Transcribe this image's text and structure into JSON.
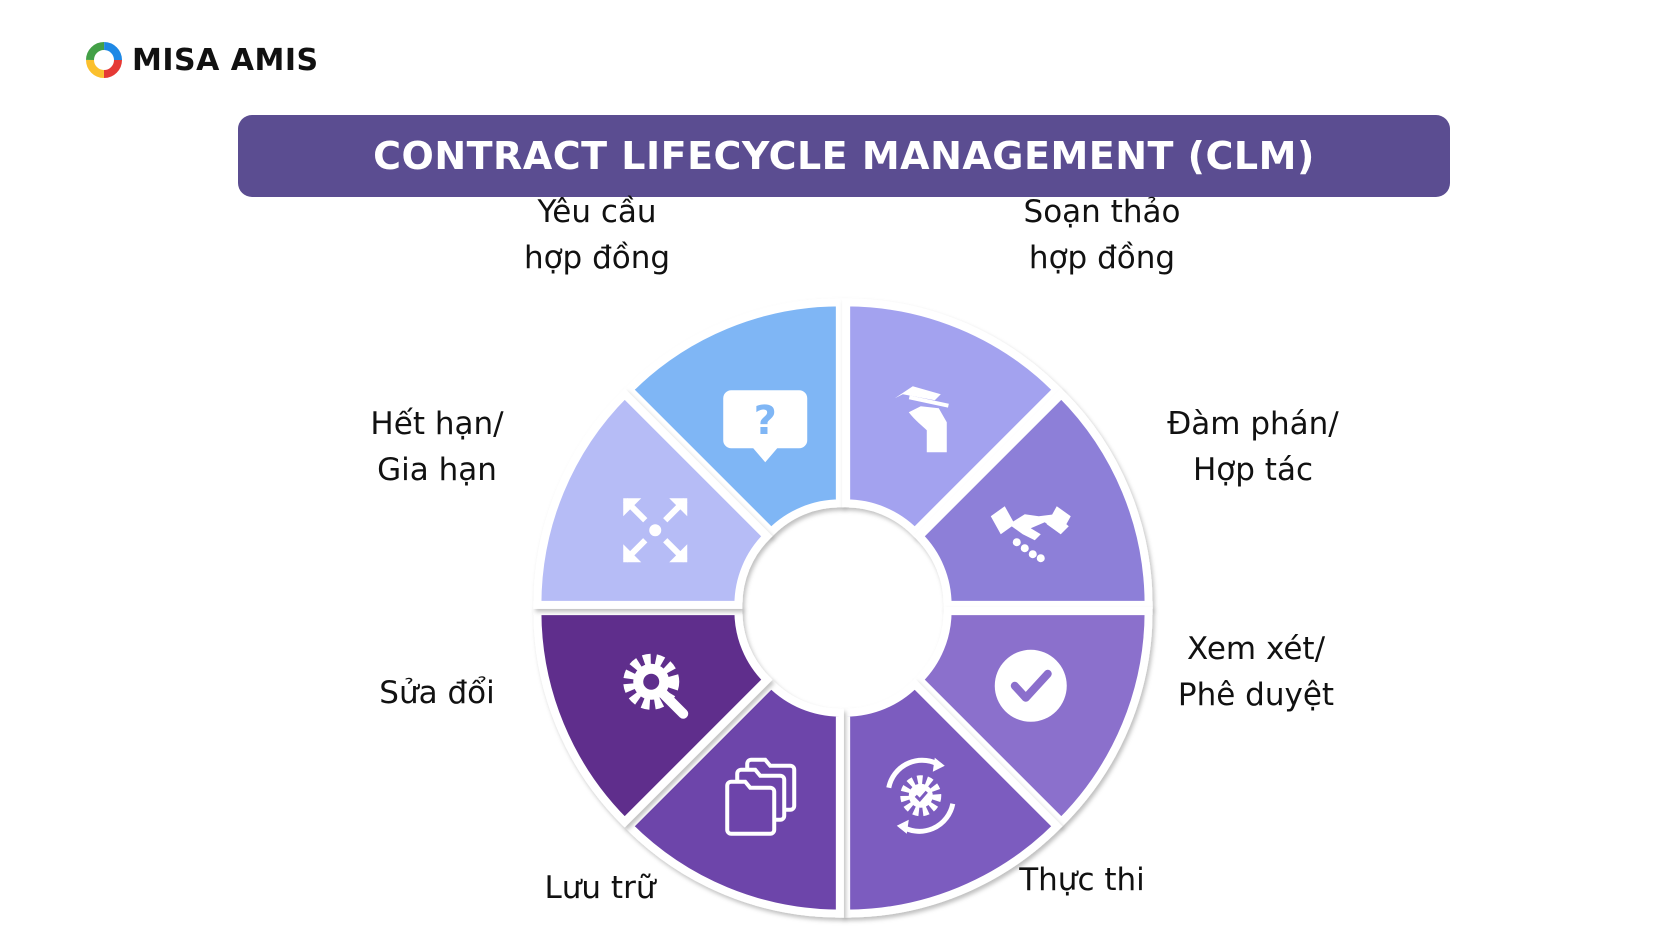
{
  "brand": {
    "name": "MISA AMIS"
  },
  "title": "CONTRACT LIFECYCLE MANAGEMENT (CLM)",
  "stages": [
    {
      "line1": "Yêu cầu",
      "line2": "hợp đồng",
      "icon": "question-bubble-icon",
      "color": "#7fb6f5"
    },
    {
      "line1": "Soạn thảo",
      "line2": "hợp đồng",
      "icon": "hand-writing-icon",
      "color": "#a3a2ef"
    },
    {
      "line1": "Đàm phán/",
      "line2": "Hợp tác",
      "icon": "handshake-icon",
      "color": "#8d7fd8"
    },
    {
      "line1": "Xem xét/",
      "line2": "Phê duyệt",
      "icon": "check-circle-icon",
      "color": "#8b6fcc"
    },
    {
      "line1": "Thực thi",
      "line2": "",
      "icon": "gear-cycle-icon",
      "color": "#7c5cbf"
    },
    {
      "line1": "Lưu trữ",
      "line2": "",
      "icon": "folders-icon",
      "color": "#6d44aa"
    },
    {
      "line1": "Sửa đổi",
      "line2": "",
      "icon": "gear-wrench-icon",
      "color": "#5e2e8c"
    },
    {
      "line1": "Hết hạn/",
      "line2": "Gia hạn",
      "icon": "expand-arrows-icon",
      "color": "#b6bcf6"
    }
  ]
}
